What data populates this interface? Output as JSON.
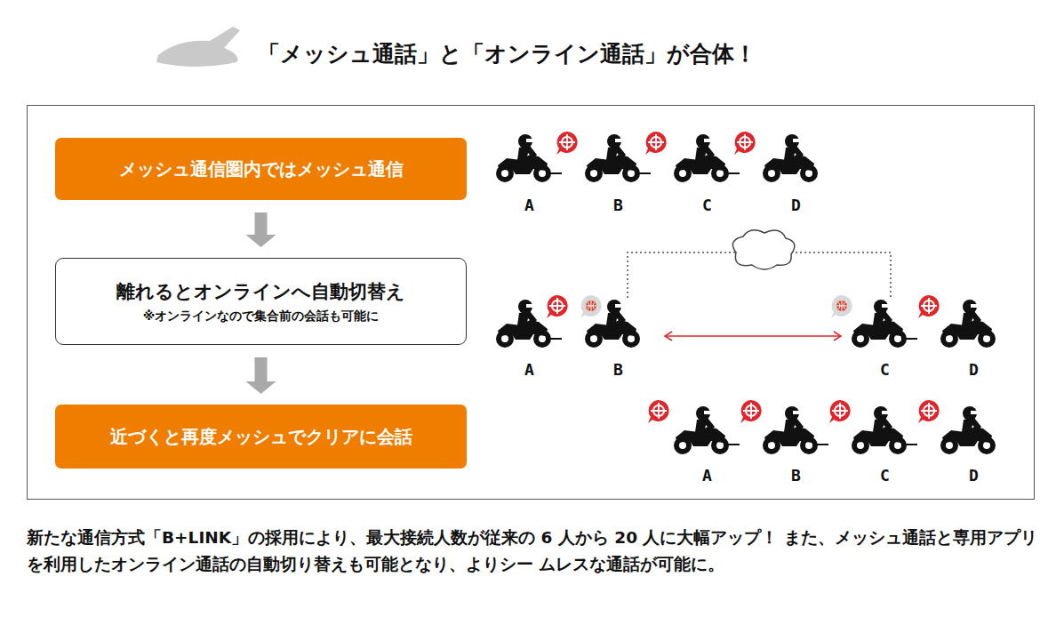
{
  "diagram": {
    "title": "「メッシュ通話」と「オンライン通話」が合体！",
    "caption": "新たな通信方式「B+LINK」の採用により、最大接続人数が従来の 6 人から 20 人に大幅アップ！ また、メッシュ通話と専用アプリを利用したオンライン通話の自動切り替えも可能となり、よりシー ムレスな通話が可能に。",
    "nodes": [
      {
        "text": [
          "メッシュ通信圏内ではメッシュ通信"
        ]
      },
      {
        "text": [
          "離れるとオンラインへ自動切替え",
          "※オンラインなので集合前の会話も可能に"
        ]
      },
      {
        "text": [
          "近づくと再度メッシュでクリアに会話"
        ]
      }
    ],
    "edges": [
      {
        "from": 0,
        "to": 1,
        "arrow": "to"
      },
      {
        "from": 1,
        "to": 2,
        "arrow": "to"
      }
    ],
    "labels": [
      "A",
      "B",
      "C",
      "D",
      "A",
      "B",
      "C",
      "D",
      "A",
      "B",
      "C",
      "D"
    ]
  }
}
